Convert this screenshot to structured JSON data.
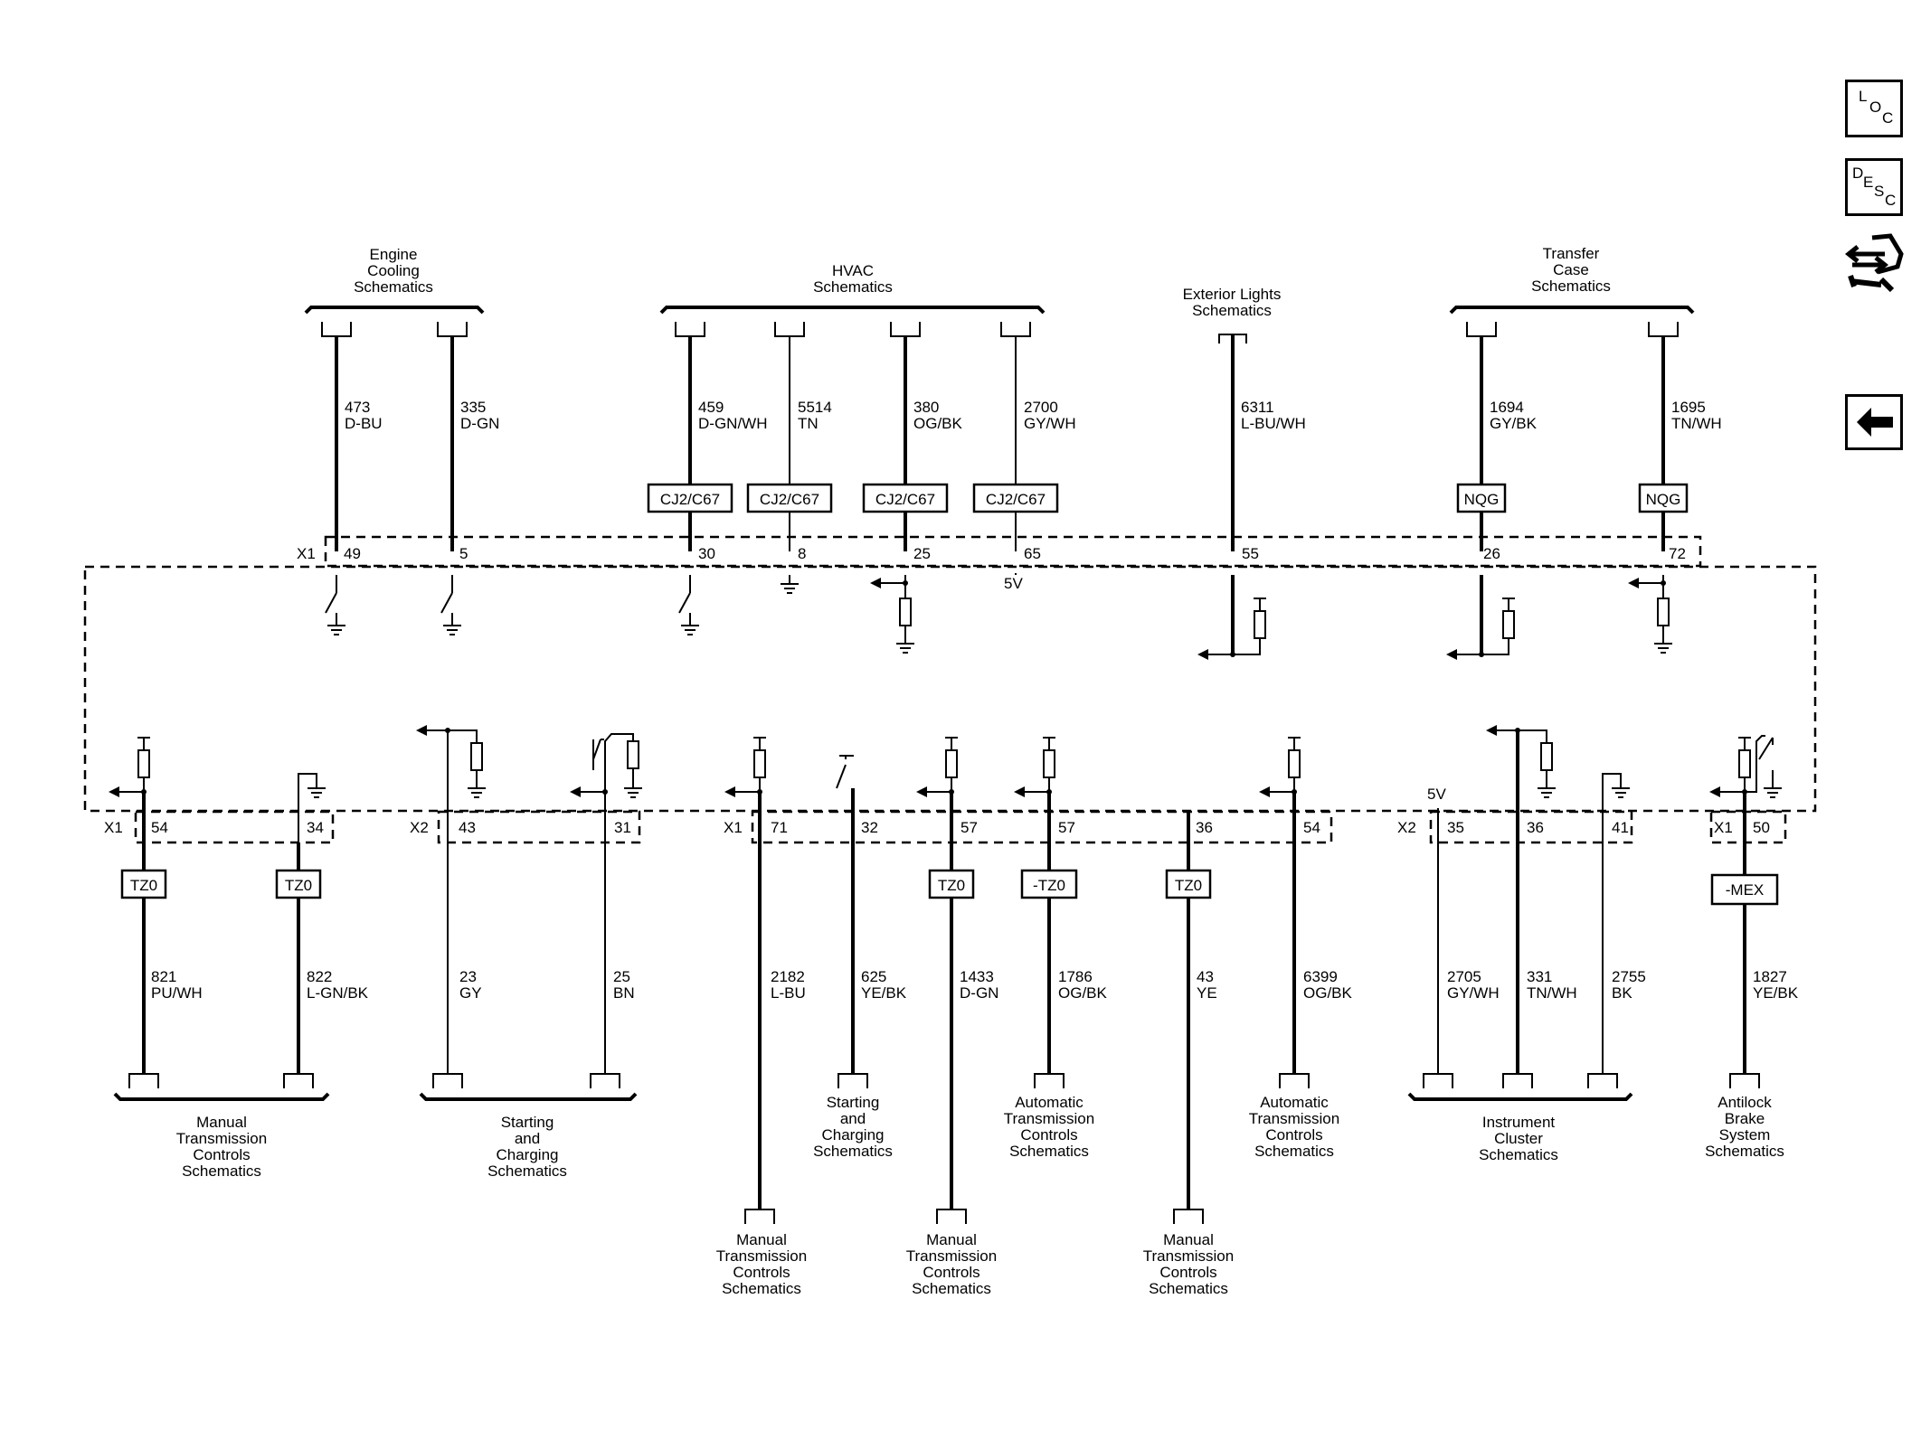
{
  "nav": {
    "loc": [
      "L",
      "O",
      "C"
    ],
    "desc": [
      "D",
      "E",
      "S",
      "C"
    ]
  },
  "module": {
    "x1_upper": "X1",
    "x1_lower": "X1",
    "x2_lower": "X2",
    "x1_right": "X1",
    "x2_right": "X2",
    "v5_upper": "5V",
    "v5_lower": "5V"
  },
  "top_groups": [
    {
      "id": "engine",
      "lines": [
        "Engine",
        "Cooling",
        "Schematics"
      ]
    },
    {
      "id": "hvac",
      "lines": [
        "HVAC",
        "Schematics"
      ]
    },
    {
      "id": "exterior",
      "lines": [
        "Exterior Lights",
        "Schematics"
      ]
    },
    {
      "id": "transfer",
      "lines": [
        "Transfer",
        "Case",
        "Schematics"
      ]
    }
  ],
  "top_wires": [
    {
      "circuit": "473",
      "color": "D-BU",
      "pin": "49",
      "splice": ""
    },
    {
      "circuit": "335",
      "color": "D-GN",
      "pin": "5",
      "splice": ""
    },
    {
      "circuit": "459",
      "color": "D-GN/WH",
      "pin": "30",
      "splice": "CJ2/C67"
    },
    {
      "circuit": "5514",
      "color": "TN",
      "pin": "8",
      "splice": "CJ2/C67"
    },
    {
      "circuit": "380",
      "color": "OG/BK",
      "pin": "25",
      "splice": "CJ2/C67"
    },
    {
      "circuit": "2700",
      "color": "GY/WH",
      "pin": "65",
      "splice": "CJ2/C67"
    },
    {
      "circuit": "6311",
      "color": "L-BU/WH",
      "pin": "55",
      "splice": ""
    },
    {
      "circuit": "1694",
      "color": "GY/BK",
      "pin": "26",
      "splice": "NQG"
    },
    {
      "circuit": "1695",
      "color": "TN/WH",
      "pin": "72",
      "splice": "NQG"
    }
  ],
  "bottom_wires": [
    {
      "circuit": "821",
      "color": "PU/WH",
      "pin": "54",
      "option": "TZ0"
    },
    {
      "circuit": "822",
      "color": "L-GN/BK",
      "pin": "34",
      "option": "TZ0"
    },
    {
      "circuit": "23",
      "color": "GY",
      "pin": "43",
      "option": ""
    },
    {
      "circuit": "25",
      "color": "BN",
      "pin": "31",
      "option": ""
    },
    {
      "circuit": "2182",
      "color": "L-BU",
      "pin": "71",
      "option": ""
    },
    {
      "circuit": "625",
      "color": "YE/BK",
      "pin": "32",
      "option": ""
    },
    {
      "circuit": "1433",
      "color": "D-GN",
      "pin": "57",
      "option": "TZ0"
    },
    {
      "circuit": "1786",
      "color": "OG/BK",
      "pin": "57",
      "option": "-TZ0"
    },
    {
      "circuit": "43",
      "color": "YE",
      "pin": "36",
      "option": "TZ0"
    },
    {
      "circuit": "6399",
      "color": "OG/BK",
      "pin": "54",
      "option": ""
    },
    {
      "circuit": "2705",
      "color": "GY/WH",
      "pin": "35",
      "option": ""
    },
    {
      "circuit": "331",
      "color": "TN/WH",
      "pin": "36",
      "option": ""
    },
    {
      "circuit": "2755",
      "color": "BK",
      "pin": "41",
      "option": ""
    },
    {
      "circuit": "1827",
      "color": "YE/BK",
      "pin": "50",
      "option": "-MEX"
    }
  ],
  "bottom_groups": [
    {
      "id": "mtc1",
      "lines": [
        "Manual",
        "Transmission",
        "Controls",
        "Schematics"
      ]
    },
    {
      "id": "sc1",
      "lines": [
        "Starting",
        "and",
        "Charging",
        "Schematics"
      ]
    },
    {
      "id": "mtc2",
      "lines": [
        "Manual",
        "Transmission",
        "Controls",
        "Schematics"
      ]
    },
    {
      "id": "sc2",
      "lines": [
        "Starting",
        "and",
        "Charging",
        "Schematics"
      ]
    },
    {
      "id": "mtc3",
      "lines": [
        "Manual",
        "Transmission",
        "Controls",
        "Schematics"
      ]
    },
    {
      "id": "atc1",
      "lines": [
        "Automatic",
        "Transmission",
        "Controls",
        "Schematics"
      ]
    },
    {
      "id": "mtc4",
      "lines": [
        "Manual",
        "Transmission",
        "Controls",
        "Schematics"
      ]
    },
    {
      "id": "atc2",
      "lines": [
        "Automatic",
        "Transmission",
        "Controls",
        "Schematics"
      ]
    },
    {
      "id": "ic",
      "lines": [
        "Instrument",
        "Cluster",
        "Schematics"
      ]
    },
    {
      "id": "abs",
      "lines": [
        "Antilock",
        "Brake",
        "System",
        "Schematics"
      ]
    }
  ]
}
